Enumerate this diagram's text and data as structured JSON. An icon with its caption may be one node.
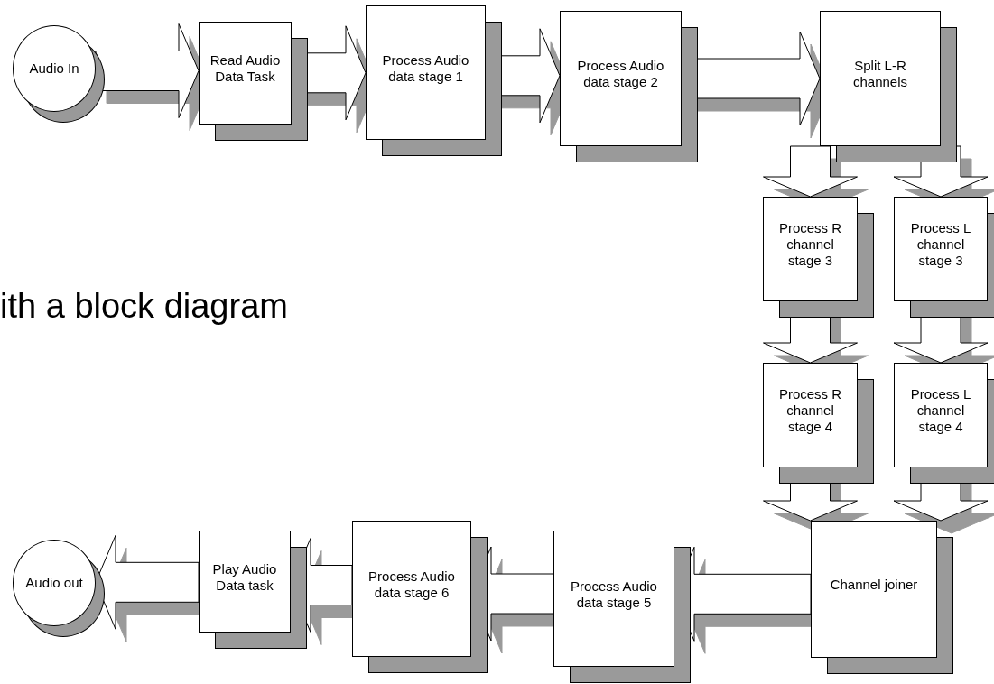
{
  "diagram": {
    "nodes": [
      {
        "text": [
          "Audio In"
        ]
      },
      {
        "text": [
          "Read Audio Data Task"
        ]
      },
      {
        "text": [
          "Process Audio data stage 1"
        ]
      },
      {
        "text": [
          "Process Audio data stage 2"
        ]
      },
      {
        "text": [
          "Split L-R channels"
        ]
      },
      {
        "text": [
          "Process R channel stage 3"
        ]
      },
      {
        "text": [
          "Process L channel stage 3"
        ]
      },
      {
        "text": [
          "Process R channel stage 4"
        ]
      },
      {
        "text": [
          "Process L channel stage 4"
        ]
      },
      {
        "text": [
          "Channel joiner"
        ]
      },
      {
        "text": [
          "Process Audio data stage 5"
        ]
      },
      {
        "text": [
          "Process Audio data stage 6"
        ]
      },
      {
        "text": [
          "Play Audio Data task"
        ]
      },
      {
        "text": [
          "Audio out"
        ]
      }
    ],
    "edges": [
      {
        "from": 0,
        "to": 1,
        "arrow": "to"
      },
      {
        "from": 1,
        "to": 2,
        "arrow": "to"
      },
      {
        "from": 2,
        "to": 3,
        "arrow": "to"
      },
      {
        "from": 3,
        "to": 4,
        "arrow": "to"
      },
      {
        "from": 4,
        "to": 5,
        "arrow": "to"
      },
      {
        "from": 4,
        "to": 6,
        "arrow": "to"
      },
      {
        "from": 5,
        "to": 7,
        "arrow": "to"
      },
      {
        "from": 6,
        "to": 8,
        "arrow": "to"
      },
      {
        "from": 7,
        "to": 9,
        "arrow": "to"
      },
      {
        "from": 8,
        "to": 9,
        "arrow": "to"
      },
      {
        "from": 9,
        "to": 10,
        "arrow": "to"
      },
      {
        "from": 10,
        "to": 11,
        "arrow": "to"
      },
      {
        "from": 11,
        "to": 12,
        "arrow": "to"
      },
      {
        "from": 12,
        "to": 13,
        "arrow": "to"
      }
    ],
    "labels": [
      "ith a block diagram"
    ]
  }
}
